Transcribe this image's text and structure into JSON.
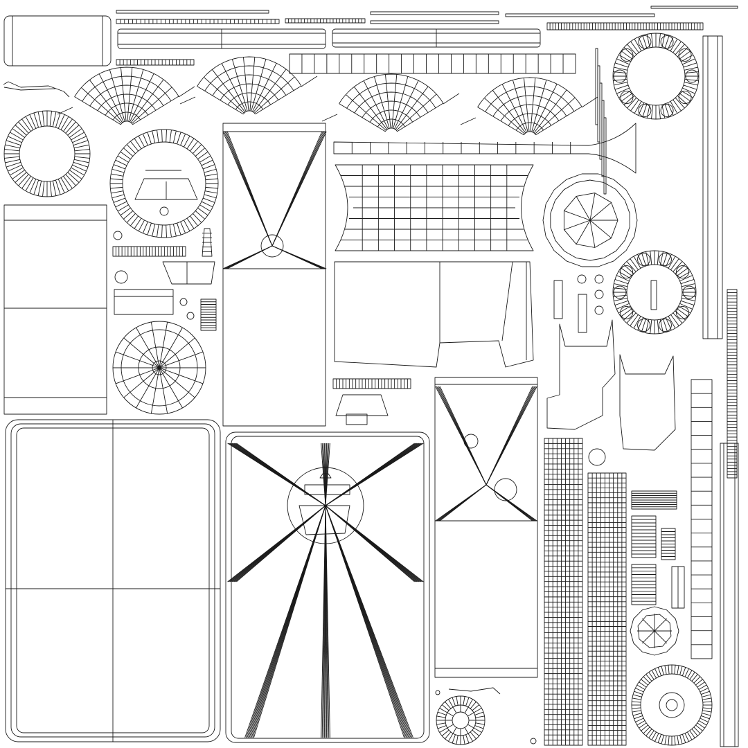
{
  "canvas": {
    "background": "#ffffff",
    "stroke": "#1a1a1a"
  },
  "uv_islands": [
    {
      "name": "rounded-slab-top-left",
      "kind": "rounded-rect"
    },
    {
      "name": "long-strip-top",
      "kind": "strip"
    },
    {
      "name": "segmented-bar-top",
      "kind": "segmented-strip"
    },
    {
      "name": "dome-shell-1",
      "kind": "fan-grid"
    },
    {
      "name": "dome-shell-2",
      "kind": "fan-grid"
    },
    {
      "name": "dome-shell-3",
      "kind": "fan-grid"
    },
    {
      "name": "dome-shell-4",
      "kind": "fan-grid"
    },
    {
      "name": "ring-washer-left",
      "kind": "ring"
    },
    {
      "name": "ring-frame-center",
      "kind": "ring"
    },
    {
      "name": "bearing-ring-top-right",
      "kind": "bearing-ring"
    },
    {
      "name": "bearing-ring-mid-right",
      "kind": "bearing-ring"
    },
    {
      "name": "tall-panel-left",
      "kind": "rect"
    },
    {
      "name": "x-brace-panel-upper",
      "kind": "x-panel"
    },
    {
      "name": "x-brace-panel-mid",
      "kind": "x-panel"
    },
    {
      "name": "starburst-panel-large",
      "kind": "starburst"
    },
    {
      "name": "curved-mesh-center",
      "kind": "curved-grid"
    },
    {
      "name": "horn-strip",
      "kind": "horn"
    },
    {
      "name": "polygon-disc-right",
      "kind": "polygon-disc"
    },
    {
      "name": "spoked-disc-left",
      "kind": "spoked-disc"
    },
    {
      "name": "large-rounded-panel",
      "kind": "rounded-rect"
    },
    {
      "name": "ribbed-column-1",
      "kind": "ribbed-column"
    },
    {
      "name": "ribbed-column-2",
      "kind": "ribbed-column"
    },
    {
      "name": "tall-ladder-right",
      "kind": "ladder"
    },
    {
      "name": "thin-column-far-right",
      "kind": "thin-column"
    },
    {
      "name": "small-disc-bottom",
      "kind": "polygon-disc"
    },
    {
      "name": "gear-disc-bottom-center",
      "kind": "gear"
    },
    {
      "name": "fan-disc-bottom-right",
      "kind": "fan-disc"
    }
  ]
}
